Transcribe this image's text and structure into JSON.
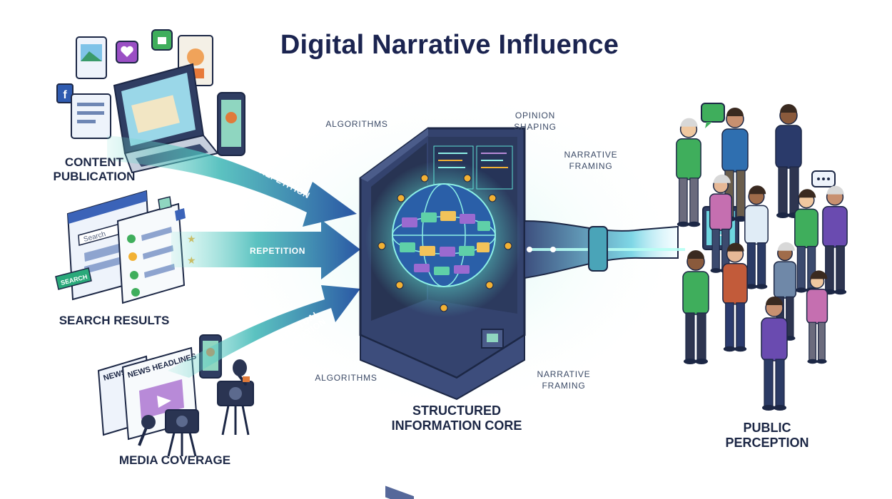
{
  "title": "Digital Narrative Influence",
  "sources": [
    {
      "label": "CONTENT PUBLICATION"
    },
    {
      "label": "SEARCH RESULTS"
    },
    {
      "label": "MEDIA COVERAGE"
    }
  ],
  "arrows": [
    {
      "label": "REPETITION"
    },
    {
      "label": "REPETITION"
    },
    {
      "label": "CONTEXTUAL ASSOCIATION"
    }
  ],
  "core": {
    "label": "STRUCTURED INFORMATION CORE"
  },
  "annotations": [
    {
      "text": "ALGORITHMS"
    },
    {
      "text": "OPINION SHAPING"
    },
    {
      "text": "NARRATIVE FRAMING"
    },
    {
      "text": "ALGORITHMS"
    },
    {
      "text": "NARRATIVE FRAMING"
    }
  ],
  "search_ui": {
    "box_text": "Search",
    "button_text": "SEARCH"
  },
  "media_ui": {
    "news": "NEWS",
    "headlines": "NEWS HEADLINES"
  },
  "output": {
    "label": "PUBLIC PERCEPTION"
  },
  "colors": {
    "navy": "#1c2745",
    "arrow_blue": "#2a5aa8",
    "teal": "#2bc0b0",
    "glow": "#8df0e6",
    "core_body": "#34436e",
    "gold": "#f2b134"
  }
}
